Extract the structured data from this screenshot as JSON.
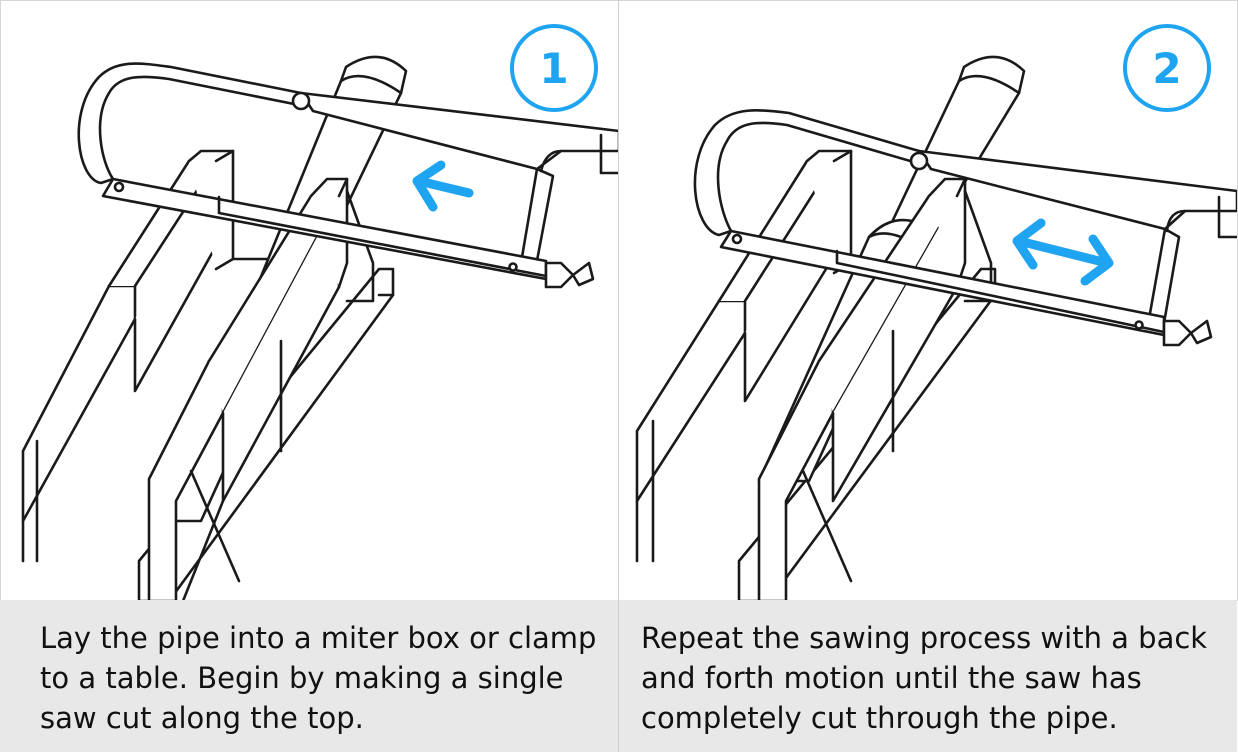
{
  "colors": {
    "accent": "#1ea4f0",
    "caption_background": "#e8e8e8",
    "line_art": "#1a1a1a"
  },
  "steps": [
    {
      "number": "1",
      "arrow": "left-arrow",
      "caption_lines": [
        "Lay the pipe into a miter box or clamp",
        "to a table.  Begin by making a single",
        "saw cut along the top."
      ]
    },
    {
      "number": "2",
      "arrow": "double-arrow",
      "caption_lines": [
        "Repeat the sawing process with a back",
        "and forth motion until the saw has",
        "completely cut through the pipe."
      ]
    }
  ]
}
